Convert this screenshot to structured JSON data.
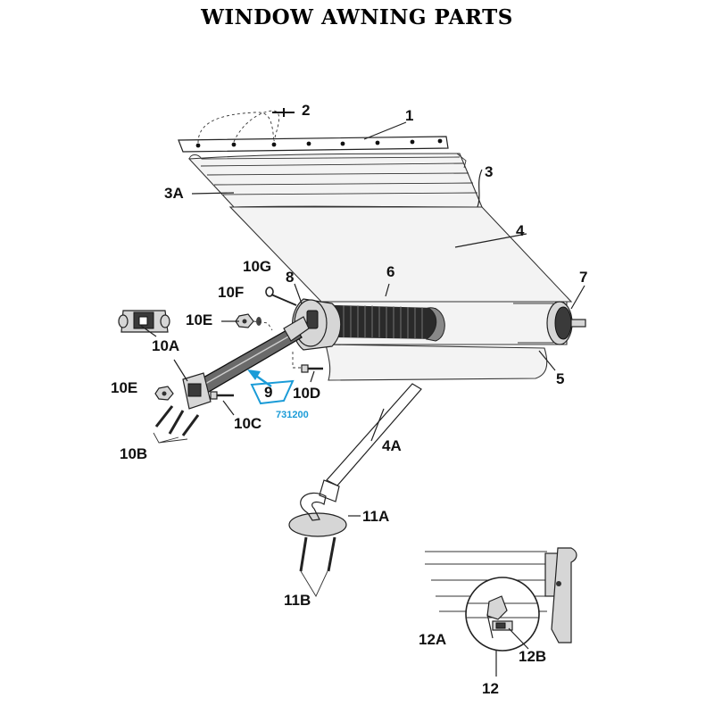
{
  "title": "WINDOW AWNING PARTS",
  "labels": {
    "l1": "1",
    "l2": "2",
    "l3": "3",
    "l3a": "3A",
    "l4": "4",
    "l4a": "4A",
    "l5": "5",
    "l6": "6",
    "l7": "7",
    "l8": "8",
    "l9": "9",
    "l10a": "10A",
    "l10b": "10B",
    "l10c": "10C",
    "l10d": "10D",
    "l10e1": "10E",
    "l10e2": "10E",
    "l10f": "10F",
    "l10g": "10G",
    "l11a": "11A",
    "l11b": "11B",
    "l12": "12",
    "l12a": "12A",
    "l12b": "12B"
  },
  "part_number": "731200",
  "colors": {
    "highlight": "#1a9bd7",
    "ink": "#111111"
  }
}
